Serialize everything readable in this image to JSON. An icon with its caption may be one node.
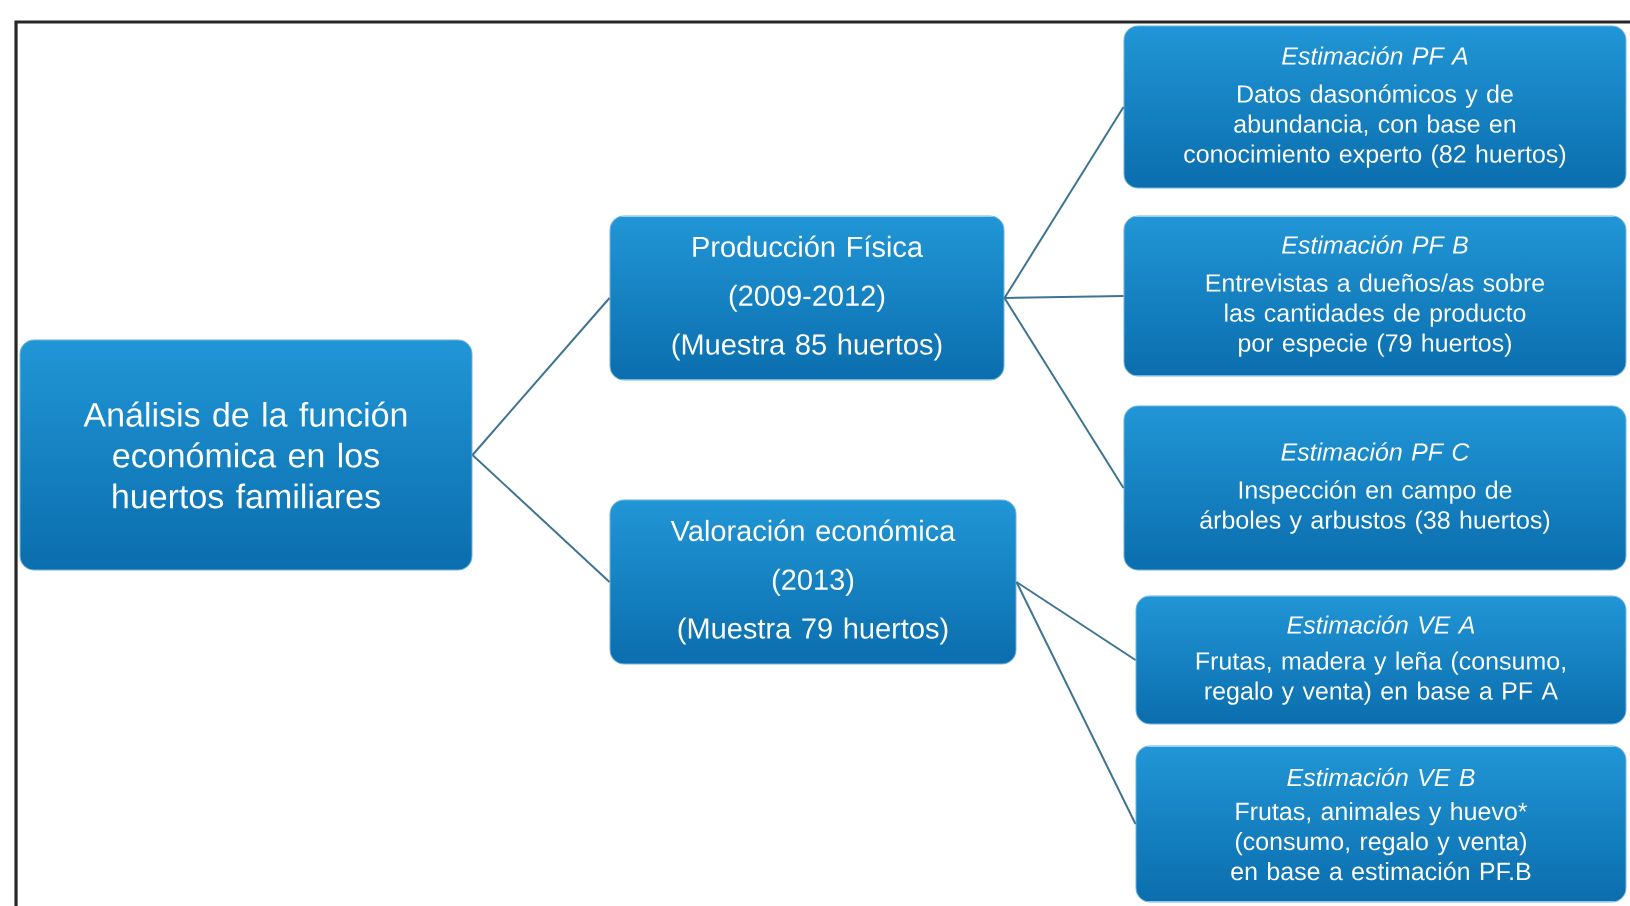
{
  "diagram": {
    "nodes": [
      {
        "text": [
          "Análisis de la función económica en los huertos familiares"
        ]
      },
      {
        "text": [
          "Producción Física",
          "(2009-2012)",
          "(Muestra 85 huertos)"
        ]
      },
      {
        "text": [
          "Valoración económica",
          "(2013)",
          "(Muestra 79 huertos)"
        ]
      },
      {
        "text": [
          "Estimación PF A",
          "Datos dasonómicos y de abundancia, con base en conocimiento experto (82 huertos)"
        ]
      },
      {
        "text": [
          "Estimación PF B",
          "Entrevistas a dueños/as sobre las cantidades de producto por especie (79 huertos)"
        ]
      },
      {
        "text": [
          "Estimación PF C",
          "Inspección en campo de árboles y arbustos (38 huertos)"
        ]
      },
      {
        "text": [
          "Estimación VE A",
          "Frutas, madera y leña (consumo, regalo y venta) en base a PF A"
        ]
      },
      {
        "text": [
          "Estimación VE B",
          "Frutas, animales y huevo* (consumo, regalo y venta) en base a estimación PF.B"
        ]
      }
    ],
    "edges": [
      {
        "from": 0,
        "to": 1,
        "arrow": "none"
      },
      {
        "from": 0,
        "to": 2,
        "arrow": "none"
      },
      {
        "from": 1,
        "to": 3,
        "arrow": "none"
      },
      {
        "from": 1,
        "to": 4,
        "arrow": "none"
      },
      {
        "from": 1,
        "to": 5,
        "arrow": "none"
      },
      {
        "from": 2,
        "to": 6,
        "arrow": "none"
      },
      {
        "from": 2,
        "to": 7,
        "arrow": "none"
      }
    ]
  }
}
